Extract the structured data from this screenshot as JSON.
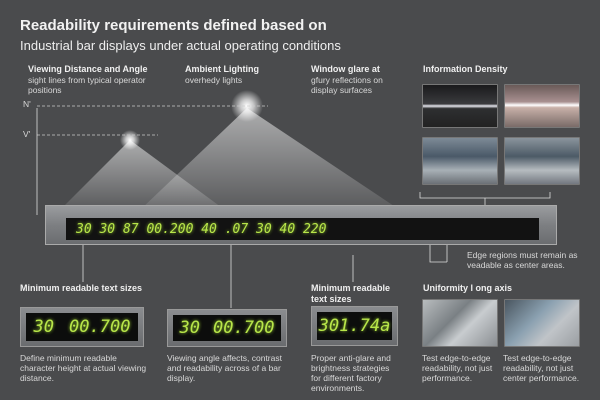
{
  "header": {
    "title": "Readability requirements defined based on",
    "subtitle": "Industrial bar displays under actual operating conditions"
  },
  "sections": {
    "viewing": {
      "title": "Viewing Distance and Angle",
      "text": "sight lines from typical operator positions",
      "marker_n": "N'",
      "marker_v": "V'"
    },
    "ambient": {
      "title": "Ambient Lighting",
      "text": "overhedy lights"
    },
    "glare": {
      "title": "Window glare at",
      "text": "gfury reflections on display surfaces"
    },
    "density": {
      "title": "Information Density"
    }
  },
  "main_display": {
    "readout": "30 30 87 00.200 40 .07 30 40 220",
    "edge_note": "Edge regions must remain as veadable as center areas."
  },
  "bottom": {
    "min_text": {
      "title": "Minimum readable text sizes",
      "display_left": "30",
      "display_right": "00.700",
      "text": "Define minimum readable character height at actual viewing distance."
    },
    "angle": {
      "display_left": "30",
      "display_right": "00.700",
      "text": "Viewing angle affects, contrast and readability across of a bar display."
    },
    "glare": {
      "title": "Minimum readable text sizes",
      "display": "301.74a",
      "text": "Proper anti-glare and brightness strategies for different factory environments."
    },
    "uniformity": {
      "title": "Uniformity l ong axis",
      "text_left": "Test edge-to-edge readability, not just performance.",
      "text_right": "Test edge-to-edge readability, not just center performance."
    }
  },
  "colors": {
    "background": "#4a4b4d",
    "segment": "#b8e64a"
  }
}
